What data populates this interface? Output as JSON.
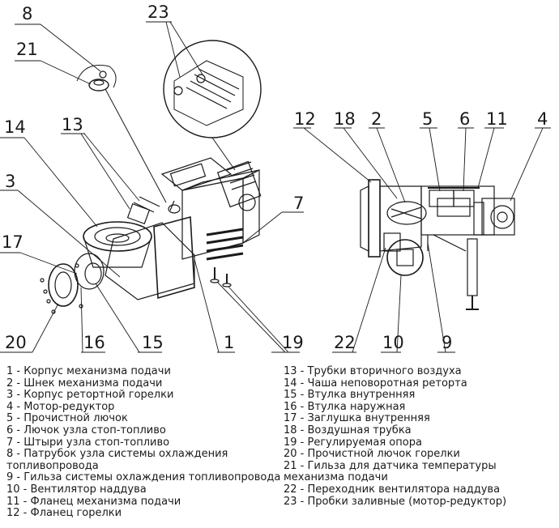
{
  "callouts": {
    "c8": "8",
    "c21": "21",
    "c23": "23",
    "c14": "14",
    "c13": "13",
    "c3": "3",
    "c17": "17",
    "c20": "20",
    "c16": "16",
    "c15": "15",
    "c1": "1",
    "c19": "19",
    "c7": "7",
    "c12": "12",
    "c18": "18",
    "c2": "2",
    "c5": "5",
    "c6": "6",
    "c11": "11",
    "c4": "4",
    "c22": "22",
    "c10": "10",
    "c9": "9"
  },
  "legend_left": [
    "1 - Корпус механизма подачи",
    "2 - Шнек механизма подачи",
    "3 - Корпус ретортной горелки",
    "4 - Мотор-редуктор",
    "5 - Прочистной лючок",
    "6 - Лючок узла стоп-топливо",
    "7 - Штыри узла стоп-топливо",
    "8 - Патрубок узла системы охлаждения",
    "топливопровода",
    "9 - Гильза системы охлаждения топливопровода",
    "10 - Вентилятор наддува",
    "11 - Фланец механизма подачи",
    "12 - Фланец горелки"
  ],
  "legend_right": [
    "13 - Трубки вторичного воздуха",
    "14 - Чаша неповоротная реторта",
    "15 - Втулка внутренняя",
    "16 - Втулка наружная",
    "17 - Заглушка внутренняя",
    "18 - Воздушная трубка",
    "19 - Регулируемая опора",
    "20 - Прочистной лючок горелки",
    "21 - Гильза для датчика температуры",
    "механизма подачи",
    "22 - Переходник вентилятора наддува",
    "23 - Пробки заливные (мотор-редуктор)"
  ]
}
